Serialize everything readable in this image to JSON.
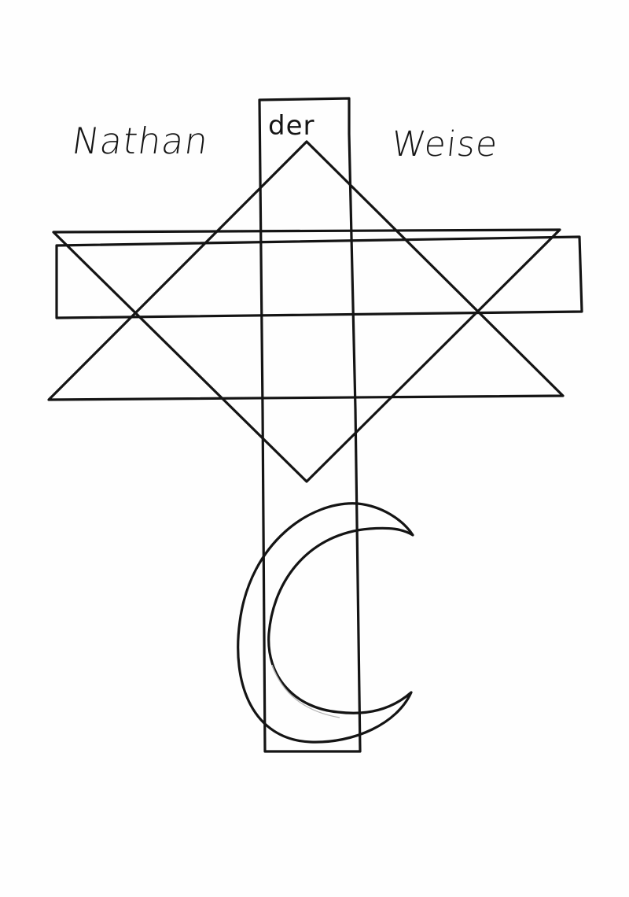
{
  "title": {
    "left_word": "Nathan",
    "middle_word": "der",
    "right_word": "Weise"
  },
  "colors": {
    "paper": "#fefefe",
    "ink": "#141414",
    "pencil": "#b5b5b5"
  }
}
